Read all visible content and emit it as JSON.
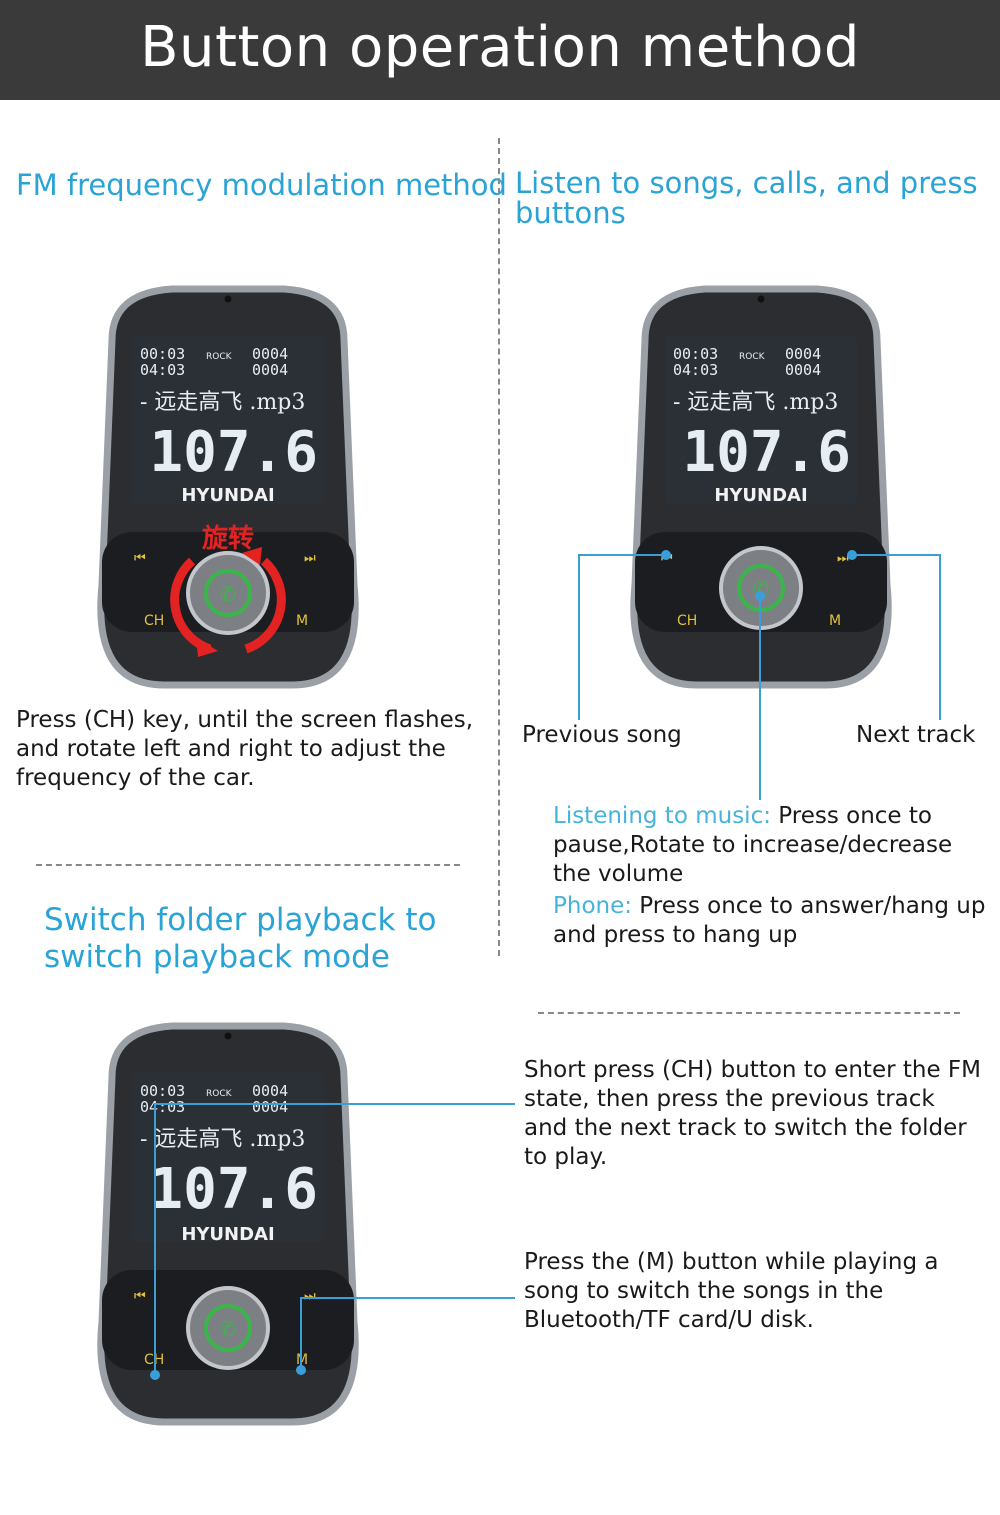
{
  "header": {
    "title": "Button operation method"
  },
  "sections": {
    "fm": {
      "heading": "FM frequency modulation method",
      "description": "Press (CH) key, until the screen flashes, and rotate left and right to adjust the frequency of the car."
    },
    "listen": {
      "heading": "Listen to songs, calls, and press buttons",
      "previous_label": "Previous song",
      "next_label": "Next track",
      "music_prefix": "Listening to music:",
      "music_text": " Press once to pause,Rotate to increase/decrease the volume",
      "phone_prefix": "Phone:",
      "phone_text": " Press once to answer/hang up and press to hang up"
    },
    "folder": {
      "heading": "Switch folder playback to switch playback mode",
      "short_press_text": "Short press (CH) button to enter the FM state, then press the previous track and the next track to switch the folder to play.",
      "m_button_text": "Press the (M) button while playing a song to switch the songs in the Bluetooth/TF card/U disk."
    }
  },
  "device": {
    "brand": "HYUNDAI",
    "time1": "00:03",
    "time2": "04:03",
    "track_count1": "0004",
    "track_count2": "0004",
    "eq_label": "ROCK",
    "song_name": "- 远走高飞 .mp3",
    "frequency": "107.6",
    "ch_label": "CH",
    "m_label": "M",
    "rotate_label": "旋转",
    "prev_icon": "previous-track-icon",
    "next_icon": "next-track-icon",
    "call_icon": "phone-call-icon"
  },
  "colors": {
    "accent": "#2aa3d6",
    "callout_line": "#3a9fd8",
    "rotate_arrow": "#e32222",
    "lcd_bg": "#2a3036",
    "lcd_text": "#e6eef4",
    "banner_bg": "#3a3a3a",
    "device_frame": "#4a4d52",
    "call_green": "#3bb54a",
    "control_text": "#e0c23c"
  }
}
